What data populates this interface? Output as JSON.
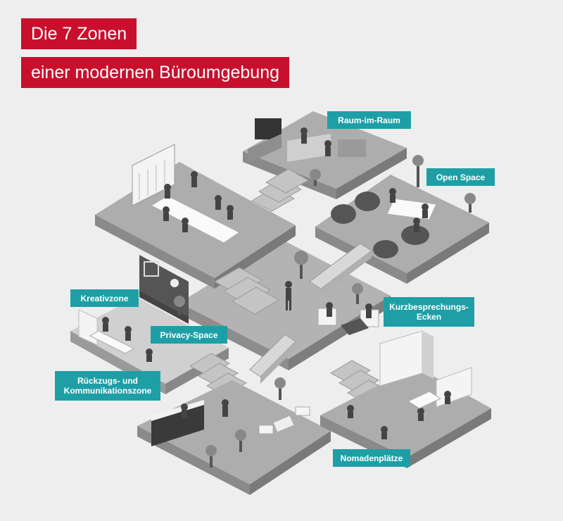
{
  "title": {
    "line1": "Die 7 Zonen",
    "line2": "einer modernen Büroumgebung"
  },
  "colors": {
    "title_bg": "#c8102e",
    "label_bg": "#1e9fa6",
    "background": "#eeeeee"
  },
  "zones": {
    "raum_im_raum": "Raum-im-Raum",
    "open_space": "Open Space",
    "kreativzone": "Kreativzone",
    "kurzbesprechungs": "Kurzbesprechungs-\nEcken",
    "privacy_space": "Privacy-Space",
    "rueckzugs": "Rückzugs- und\nKommunikationszone",
    "nomadenplaetze": "Nomadenplätze"
  }
}
